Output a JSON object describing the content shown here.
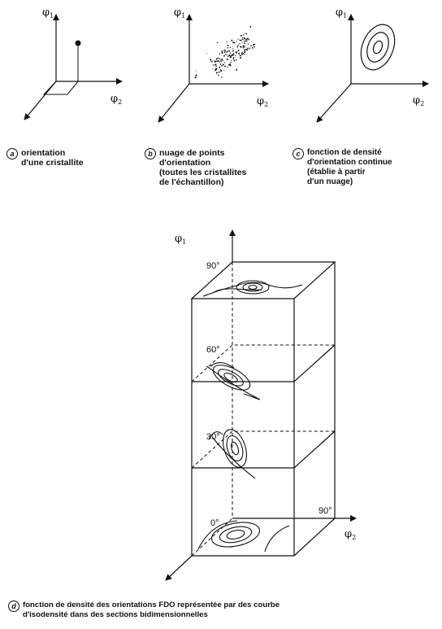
{
  "axes": {
    "phi1": "φ",
    "phi1_sub": "1",
    "phi2": "φ",
    "phi2_sub": "2"
  },
  "panels": {
    "a": {
      "letter": "a",
      "lines": [
        "orientation",
        "d'une cristallite"
      ]
    },
    "b": {
      "letter": "b",
      "lines": [
        "nuage de points",
        "d'orientation",
        "(toutes les cristallites",
        "de l'échantillon)"
      ]
    },
    "c": {
      "letter": "c",
      "lines": [
        "fonction de densité",
        "d'orientation continue",
        "(établie à partir",
        "d'un nuage)"
      ]
    },
    "d": {
      "letter": "d",
      "lines": [
        "fonction de densité des orientations FDO représentée par des courbe",
        "d'isodensité dans des sections bidimensionnelles"
      ],
      "levels": [
        "90°",
        "60°",
        "30°",
        "0°"
      ],
      "phi2_end": "90°"
    }
  }
}
